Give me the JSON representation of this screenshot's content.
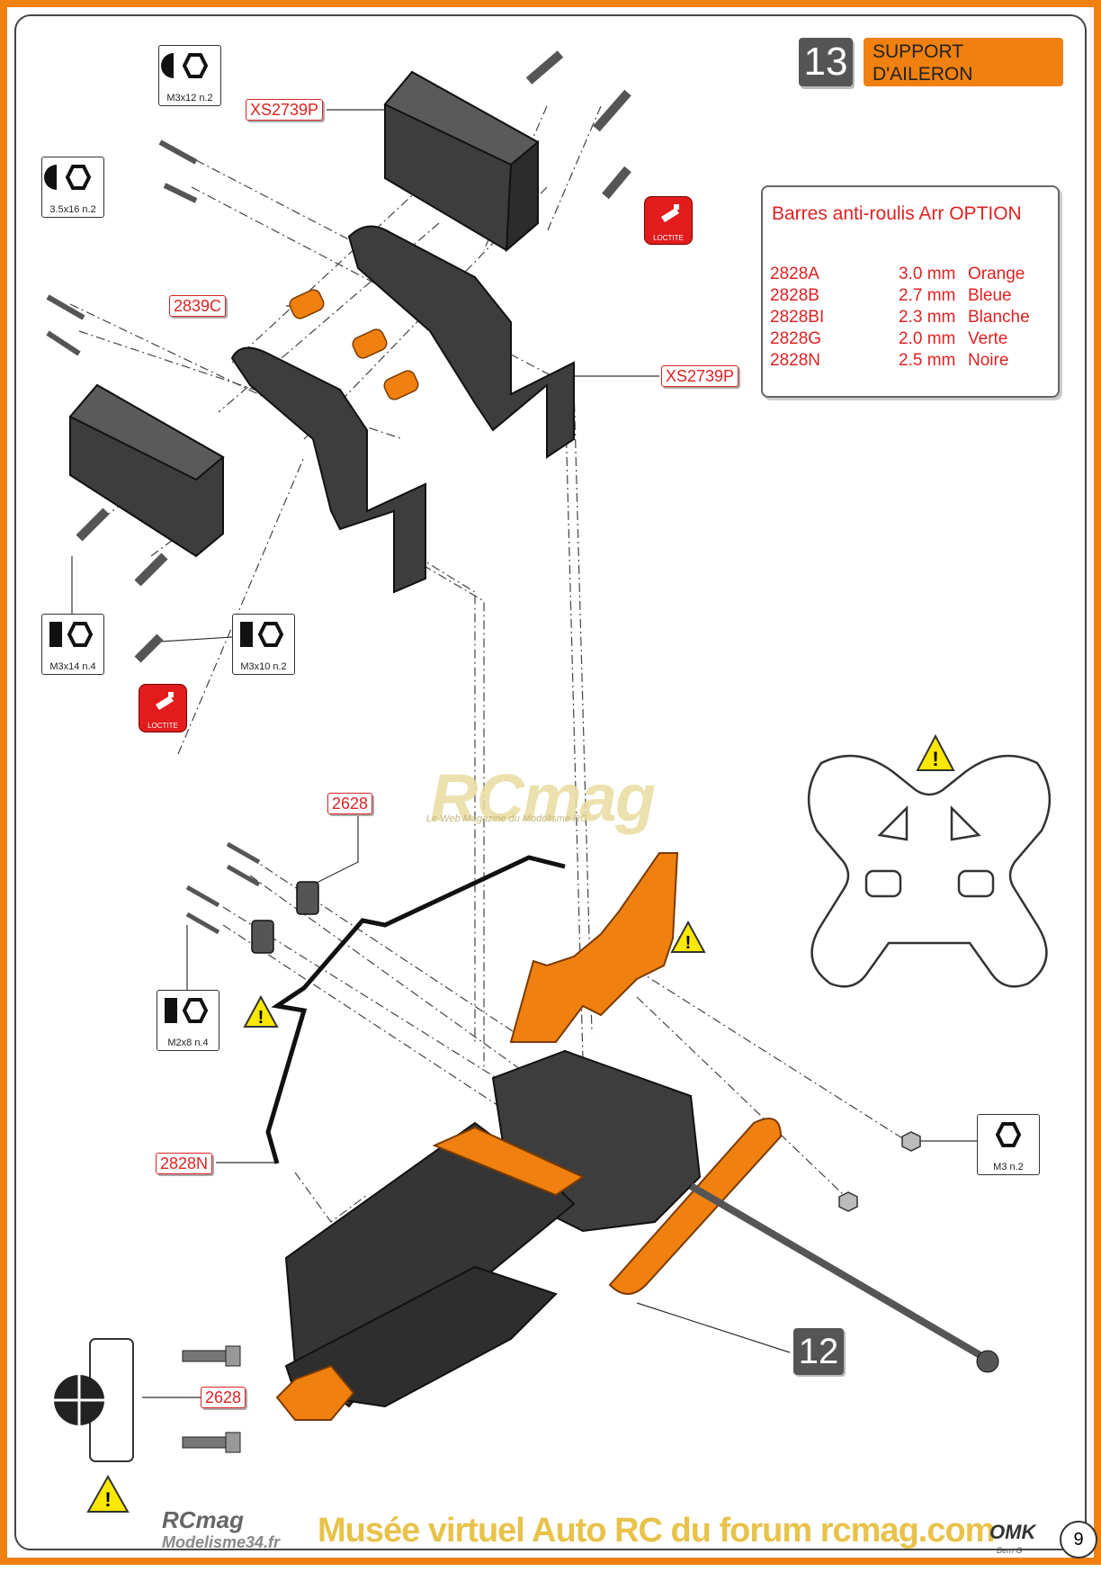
{
  "step": {
    "number": "13",
    "title_line1": "SUPPORT",
    "title_line2": "D'AILERON"
  },
  "refs": {
    "xs2739p_top": "XS2739P",
    "xs2739p_right": "XS2739P",
    "c2839": "2839C",
    "r2628_top": "2628",
    "r2828n": "2828N",
    "r2628_bottom": "2628"
  },
  "hardware": {
    "m3x12": "M3x12 n.2",
    "s35x16": "3.5x16 n.2",
    "m3x14": "M3x14 n.4",
    "m3x10": "M3x10 n.2",
    "m2x8": "M2x8 n.4",
    "m3nut": "M3 n.2"
  },
  "loctite": "LOCTITE",
  "option_box": {
    "title": "Barres anti-roulis Arr OPTION",
    "rows": [
      {
        "code": "2828A",
        "mm": "3.0 mm",
        "color": "Orange"
      },
      {
        "code": "2828B",
        "mm": "2.7 mm",
        "color": "Bleue"
      },
      {
        "code": "2828BI",
        "mm": "2.3 mm",
        "color": "Blanche"
      },
      {
        "code": "2828G",
        "mm": "2.0 mm",
        "color": "Verte"
      },
      {
        "code": "2828N",
        "mm": "2.5 mm",
        "color": "Noire"
      }
    ]
  },
  "sub_step": "12",
  "page_number": "9",
  "watermarks": {
    "rcmag_big": "RCmag",
    "rcmag_sub": "Le Web Magazine du Modélisme RC",
    "rcmag_small": "RCmag",
    "modelisme": "Modelisme34.fr",
    "museum": "Musée virtuel Auto RC du forum rcmag.com",
    "omk": "OMK",
    "signature": "Berri G"
  },
  "colors": {
    "orange": "#f0800f",
    "red": "#d22222",
    "dark_part": "#3d3d3d"
  }
}
